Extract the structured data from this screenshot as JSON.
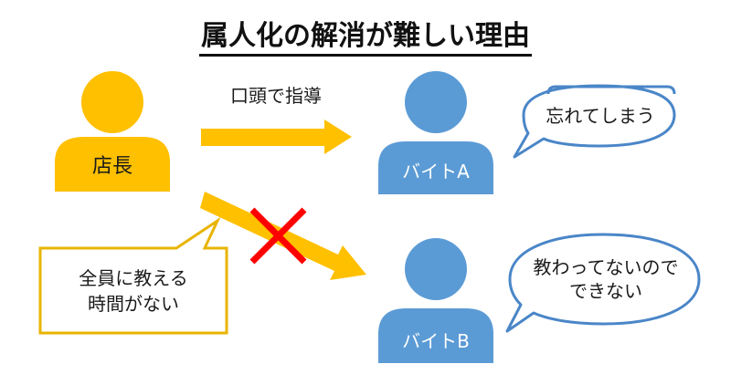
{
  "title": "属人化の解消が難しい理由",
  "manager": {
    "label": "店長"
  },
  "arrow_top": {
    "label": "口頭で指導"
  },
  "worker_a": {
    "label": "バイトA",
    "speech": "忘れてしまう"
  },
  "worker_b": {
    "label": "バイトB",
    "speech_line1": "教わってないので",
    "speech_line2": "できない"
  },
  "manager_note": {
    "line1": "全員に教える",
    "line2": "時間がない"
  },
  "colors": {
    "manager": "#FFC000",
    "worker": "#5B9BD5",
    "cross": "#FF0000",
    "bubble_border": "#4A86C8",
    "note_border": "#E8B400"
  }
}
